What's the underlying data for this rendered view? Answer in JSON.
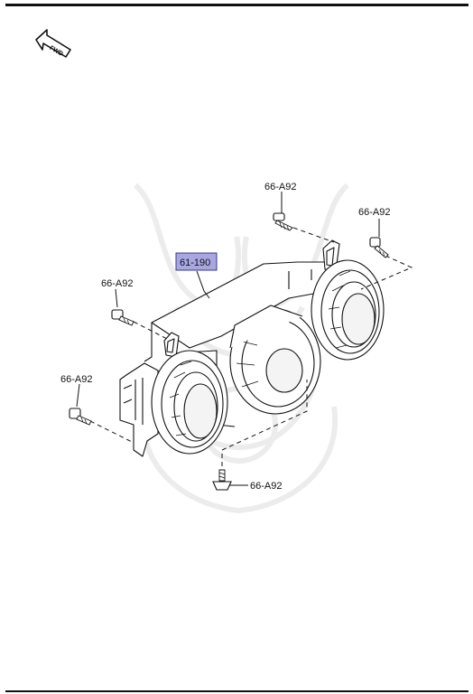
{
  "direction_marker": {
    "text": "FWD",
    "icon": "forward-arrow-icon"
  },
  "main_part": {
    "callout": "61-190",
    "highlight_color": "#a9a7e2"
  },
  "screws": [
    {
      "callout": "66-A92"
    },
    {
      "callout": "66-A92"
    },
    {
      "callout": "66-A92"
    },
    {
      "callout": "66-A92"
    },
    {
      "callout": "66-A92"
    }
  ]
}
